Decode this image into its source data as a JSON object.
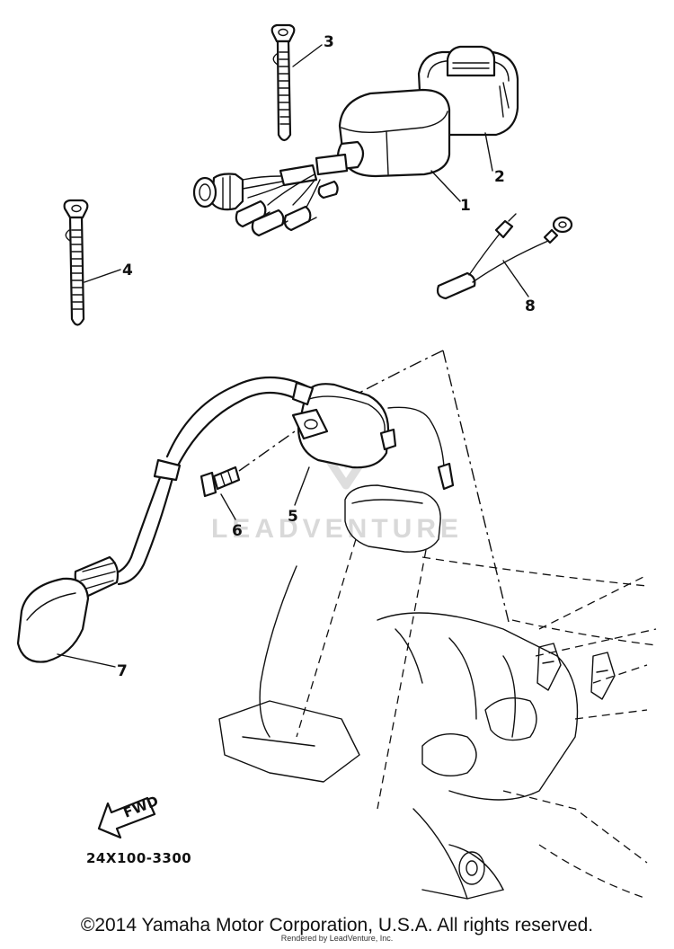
{
  "diagram": {
    "callouts": [
      {
        "id": "cdi-unit",
        "label": "1"
      },
      {
        "id": "cover",
        "label": "2"
      },
      {
        "id": "band-upper",
        "label": "3"
      },
      {
        "id": "band-left",
        "label": "4"
      },
      {
        "id": "ignition-coil",
        "label": "5"
      },
      {
        "id": "bolt",
        "label": "6"
      },
      {
        "id": "plug-cap",
        "label": "7"
      },
      {
        "id": "lead-wire",
        "label": "8"
      }
    ],
    "fwd_label": "FWD",
    "part_code": "24X100-3300",
    "watermark": "LEADVENTURE"
  },
  "footer": {
    "copyright": "©2014 Yamaha Motor Corporation, U.S.A. All rights reserved.",
    "rendered": "Rendered by LeadVenture, Inc."
  }
}
